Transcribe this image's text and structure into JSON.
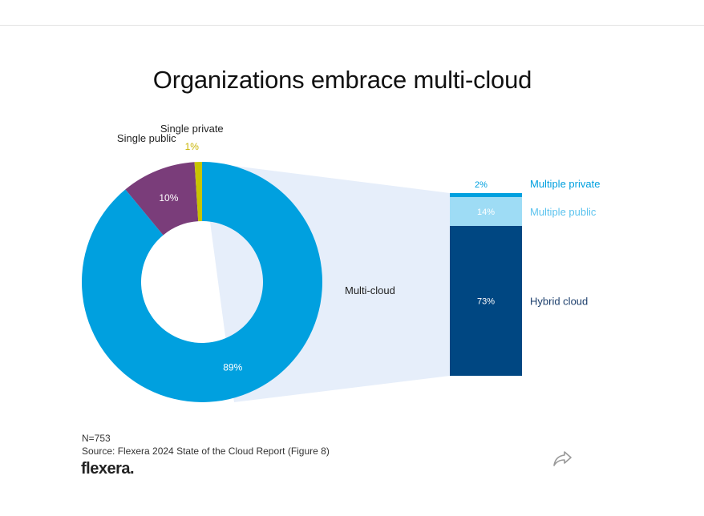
{
  "chart_title": "Organizations embrace multi-cloud",
  "chart_data": {
    "type": "pie",
    "title": "Organizations embrace multi-cloud",
    "donut": {
      "slices": [
        {
          "label": "Multi-cloud",
          "value": 89,
          "value_label": "89%",
          "color": "#00a0df",
          "label_color": "#1f1f1f"
        },
        {
          "label": "Single public",
          "value": 10,
          "value_label": "10%",
          "color": "#7a3d7a",
          "label_color": "#1f1f1f"
        },
        {
          "label": "Single private",
          "value": 1,
          "value_label": "1%",
          "color": "#c8c400",
          "label_color": "#c8b400"
        }
      ]
    },
    "breakdown": {
      "parent": "Multi-cloud",
      "segments": [
        {
          "label": "Multiple private",
          "value": 2,
          "value_label": "2%",
          "color": "#00a0df",
          "label_color": "#00a0df"
        },
        {
          "label": "Multiple public",
          "value": 14,
          "value_label": "14%",
          "color": "#9edcf5",
          "label_color": "#5cc3ee"
        },
        {
          "label": "Hybrid cloud",
          "value": 73,
          "value_label": "73%",
          "color": "#004782",
          "label_color": "#1a3d6b"
        }
      ]
    },
    "connector_color": "#e6eefa"
  },
  "footer": {
    "n": "N=753",
    "source": "Source: Flexera 2024 State of the Cloud Report (Figure 8)",
    "brand": "flexera",
    "brand_dot": "."
  },
  "icons": {
    "share": "share-arrow-icon"
  }
}
